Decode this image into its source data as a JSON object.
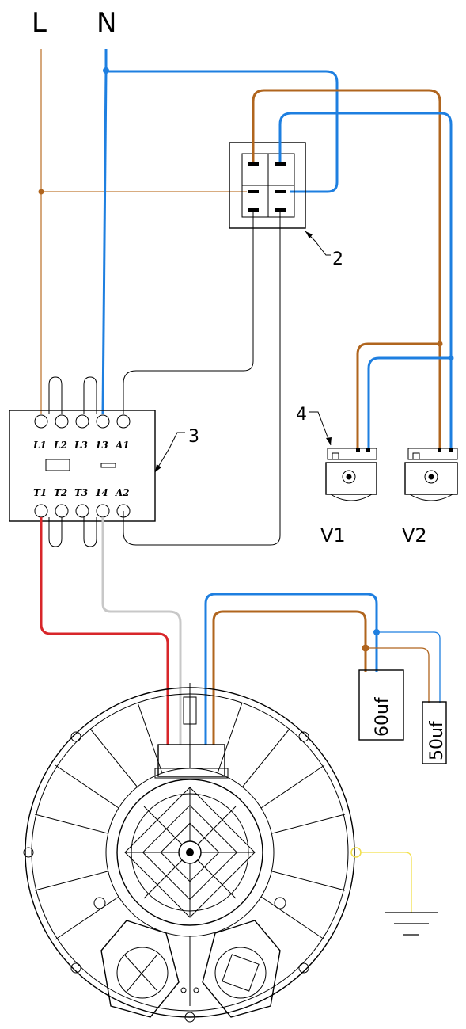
{
  "supply": {
    "line_label": "L",
    "neutral_label": "N"
  },
  "callouts": {
    "switch": "2",
    "contactor": "3",
    "valve": "4"
  },
  "contactor": {
    "top_terminals": [
      "L1",
      "L2",
      "L3",
      "13",
      "A1"
    ],
    "bottom_terminals": [
      "T1",
      "T2",
      "T3",
      "14",
      "A2"
    ]
  },
  "valves": {
    "v1_label": "V1",
    "v2_label": "V2"
  },
  "capacitors": {
    "large_label": "60uf",
    "small_label": "50uf"
  },
  "colors": {
    "neutral_wire": "#1e7fe0",
    "line_wire": "#b0651e",
    "motor_feed": "#d8262a",
    "return_wire": "#c8c8c8",
    "earth_wire": "#f2e04a",
    "control_wire": "#000000"
  }
}
